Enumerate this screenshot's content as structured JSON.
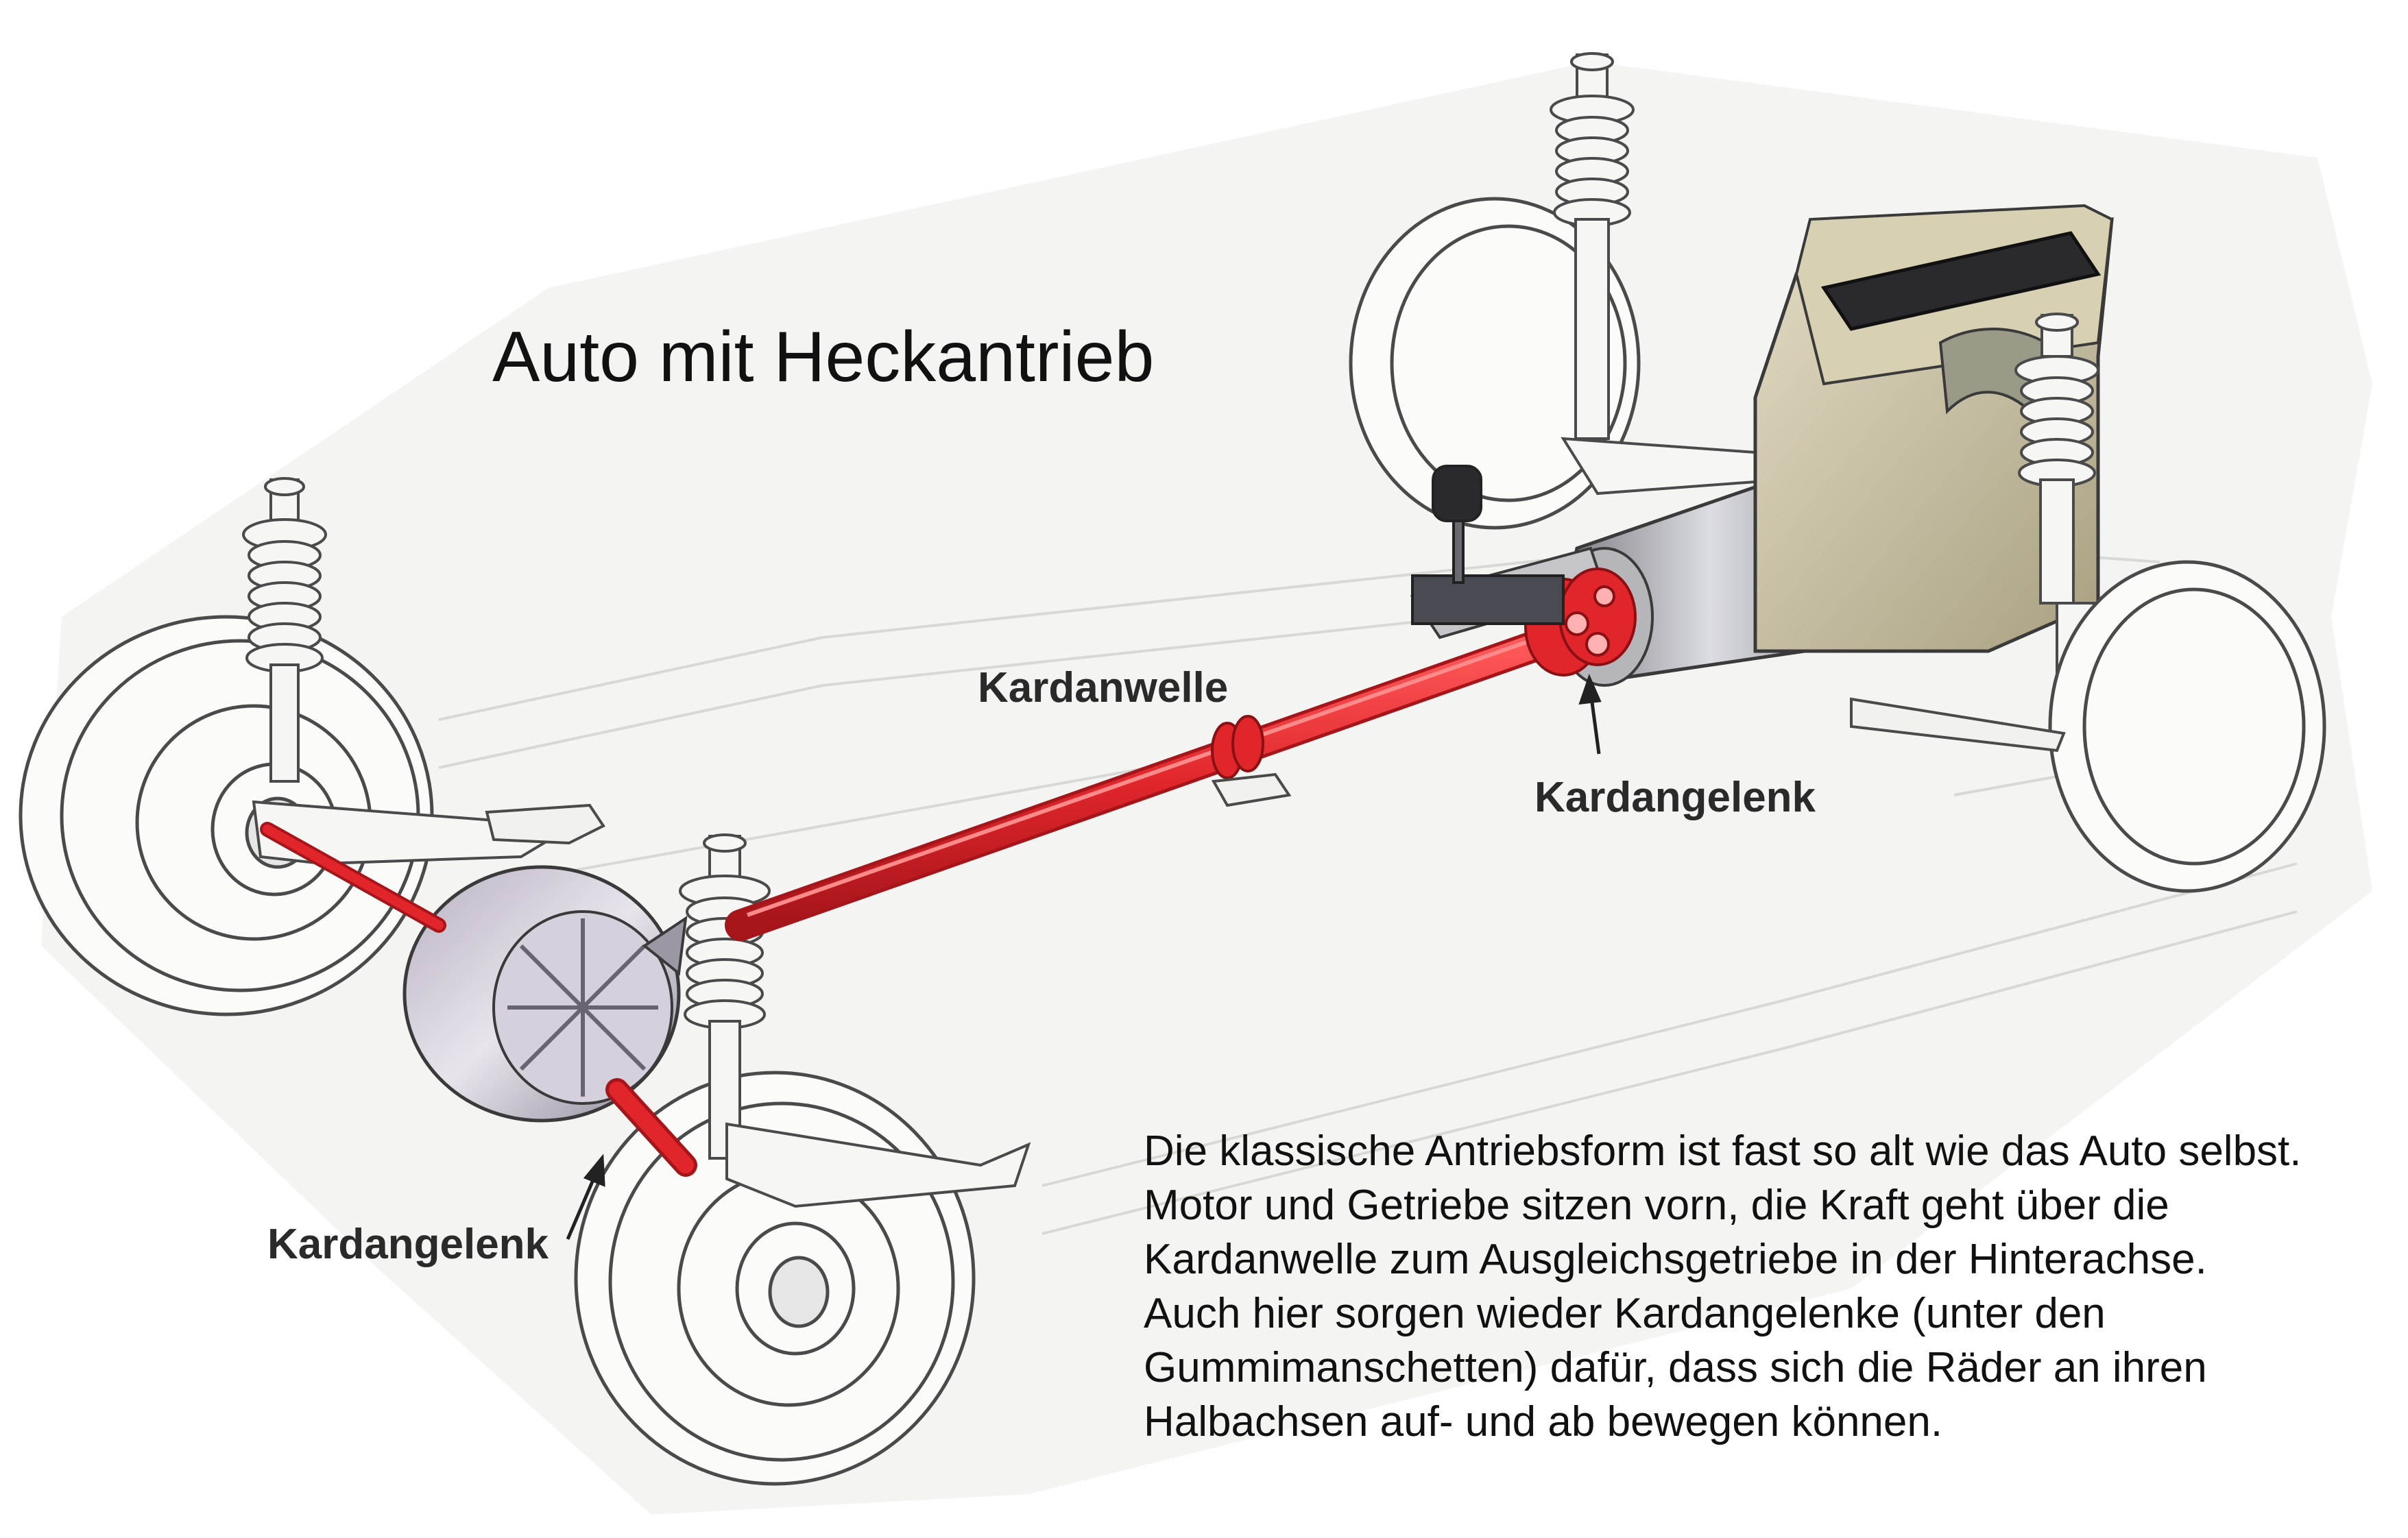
{
  "title": "Auto mit Heckantrieb",
  "labels": {
    "driveshaft": "Kardanwelle",
    "ujoint_front": "Kardangelenk",
    "ujoint_rear": "Kardangelenk"
  },
  "description": [
    "Die klassische Antriebsform ist fast so alt wie das Auto selbst.",
    "Motor und Getriebe sitzen vorn, die Kraft geht über die",
    "Kardanwelle zum Ausgleichsgetriebe in der Hinterachse.",
    "Auch hier sorgen wieder Kardangelenke (unter den",
    "Gummimanschetten) dafür, dass sich die Räder an ihren",
    "Halbachsen auf- und ab bewegen können."
  ],
  "colors": {
    "driveline": "#e0262b",
    "driveline_dark": "#a5151a",
    "outline": "#4a4a4a",
    "engine_body": "#cdc5a8",
    "engine_cover": "#2a2a2e",
    "background_panel": "#f4f4f2"
  }
}
